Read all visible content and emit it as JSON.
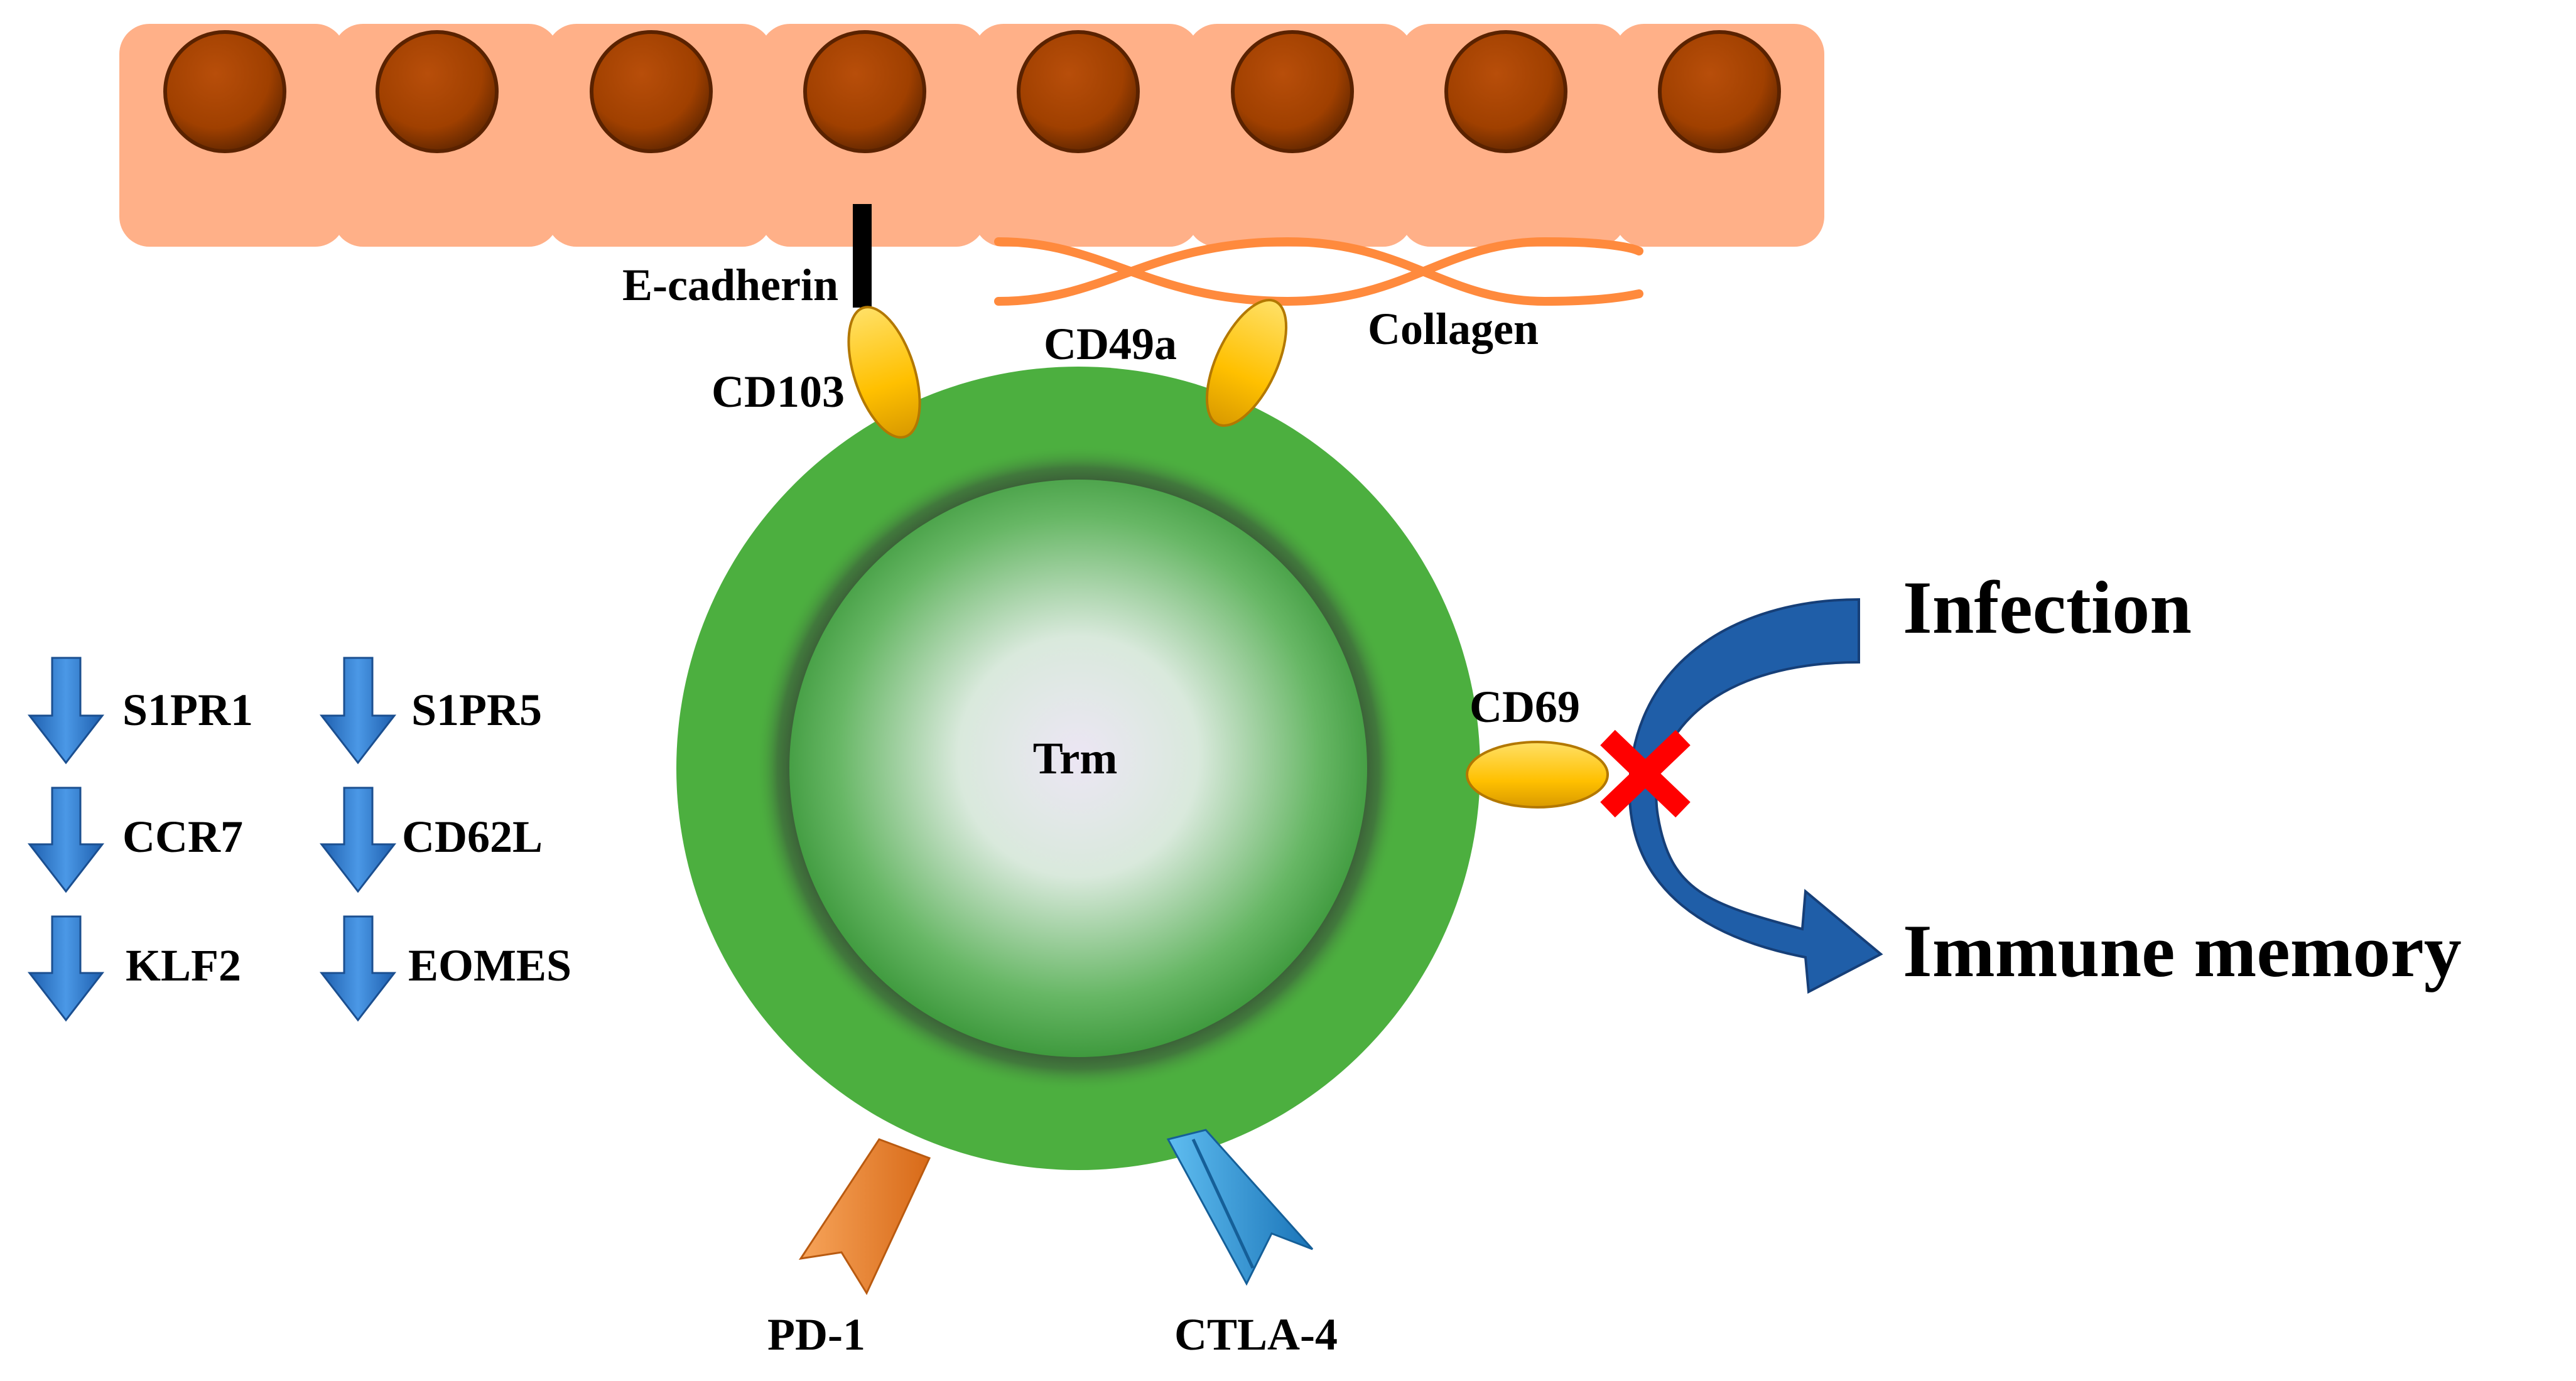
{
  "diagram": {
    "cell_label": "Trm",
    "adhesion": {
      "ecadherin": "E-cadherin",
      "cd103": "CD103",
      "cd49a": "CD49a",
      "collagen": "Collagen"
    },
    "surface": {
      "cd69": "CD69",
      "pd1": "PD-1",
      "ctla4": "CTLA-4"
    },
    "downregulated": {
      "col1": [
        "S1PR1",
        "CCR7",
        "KLF2"
      ],
      "col2": [
        "S1PR5",
        "CD62L",
        "EOMES"
      ]
    },
    "outcome": {
      "infection": "Infection",
      "memory": "Immune memory"
    }
  },
  "colors": {
    "epithelium": "#ffb088",
    "nucleus": "#a04000",
    "cell_outer": "#4caf3f",
    "ligand": "#ffc000",
    "collagen": "#ff8a3d",
    "pd1": "#f08a30",
    "ctla4": "#2e9ad6",
    "arrow_down": "#2d78c8",
    "curve_arrow": "#1f5ea8",
    "block_x": "#ff0000"
  }
}
